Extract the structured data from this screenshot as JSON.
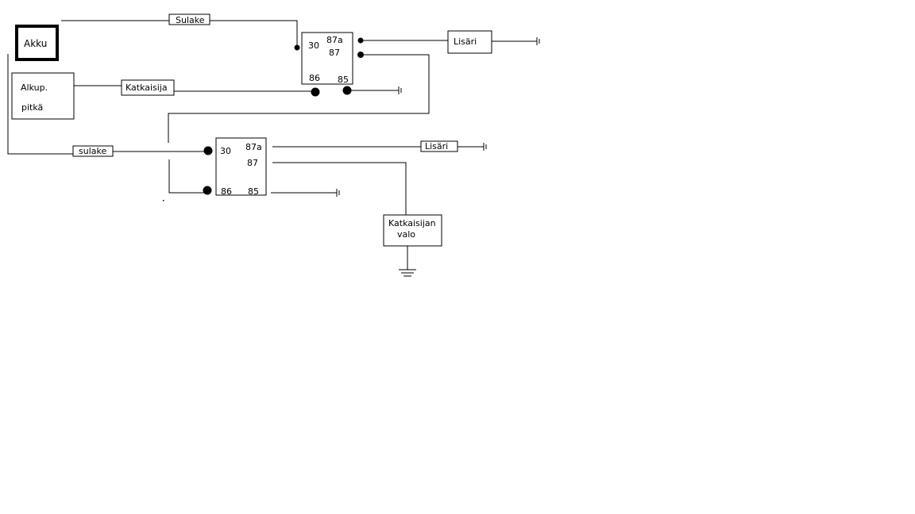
{
  "battery": {
    "label": "Akku"
  },
  "original_high_beam": {
    "line1": "Alkup.",
    "line2": "pitkä"
  },
  "fuse_top": {
    "label": "Sulake"
  },
  "fuse_bottom": {
    "label": "sulake"
  },
  "switch": {
    "label": "Katkaisija"
  },
  "relay1": {
    "pin30": "30",
    "pin87a": "87a",
    "pin87": "87",
    "pin86": "86",
    "pin85": "85"
  },
  "relay2": {
    "pin30": "30",
    "pin87a": "87a",
    "pin87": "87",
    "pin86": "86",
    "pin85": "85"
  },
  "extra_light_top": {
    "label": "Lisäri"
  },
  "extra_light_bottom": {
    "label": "Lisäri"
  },
  "switch_light": {
    "line1": "Katkaisijan",
    "line2": "valo"
  }
}
